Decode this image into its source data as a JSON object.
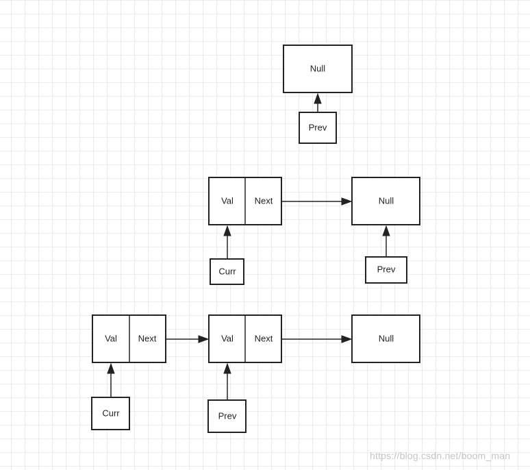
{
  "diagram": {
    "nodes": {
      "null_top": "Null",
      "prev_top": "Prev",
      "mid_node": {
        "val": "Val",
        "next": "Next"
      },
      "null_mid": "Null",
      "curr_mid": "Curr",
      "prev_mid": "Prev",
      "bottom_node_1": {
        "val": "Val",
        "next": "Next"
      },
      "bottom_node_2": {
        "val": "Val",
        "next": "Next"
      },
      "null_bottom": "Null",
      "curr_bottom": "Curr",
      "prev_bottom": "Prev"
    },
    "edges": [
      {
        "from": "prev_top",
        "to": "null_top"
      },
      {
        "from": "mid_node",
        "to": "null_mid"
      },
      {
        "from": "curr_mid",
        "to": "mid_node"
      },
      {
        "from": "prev_mid",
        "to": "null_mid"
      },
      {
        "from": "bottom_node_1",
        "to": "bottom_node_2"
      },
      {
        "from": "bottom_node_2",
        "to": "null_bottom"
      },
      {
        "from": "curr_bottom",
        "to": "bottom_node_1"
      },
      {
        "from": "prev_bottom",
        "to": "bottom_node_2"
      }
    ]
  },
  "watermark": "https://blog.csdn.net/boom_man"
}
